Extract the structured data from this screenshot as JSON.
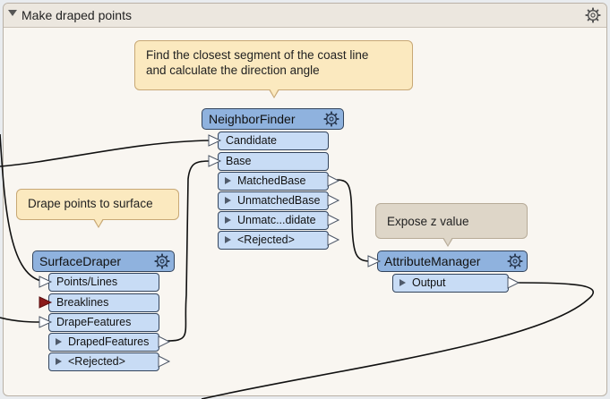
{
  "bookmark": {
    "title": "Make draped points"
  },
  "annotations": {
    "neighbor": {
      "line1": "Find the closest segment of the coast line",
      "line2": "and calculate the direction angle"
    },
    "drape": {
      "text": "Drape points to surface"
    },
    "expose": {
      "text": "Expose z value"
    }
  },
  "transformers": {
    "neighbor_finder": {
      "name": "NeighborFinder",
      "inputs": [
        "Candidate",
        "Base"
      ],
      "outputs": [
        "MatchedBase",
        "UnmatchedBase",
        "Unmatc...didate",
        "<Rejected>"
      ]
    },
    "surface_draper": {
      "name": "SurfaceDraper",
      "inputs": [
        "Points/Lines",
        "Breaklines",
        "DrapeFeatures"
      ],
      "outputs": [
        "DrapedFeatures",
        "<Rejected>"
      ]
    },
    "attribute_manager": {
      "name": "AttributeManager",
      "outputs": [
        "Output"
      ]
    }
  },
  "colors": {
    "transformer_header": "#8fb2de",
    "port_fill": "#c8dcf5",
    "annotation_yellow": "#fbe9bf",
    "annotation_grey": "#ded6c8",
    "breakline_port_marker": "#8b1a1a",
    "canvas": "#f9f6f1"
  }
}
